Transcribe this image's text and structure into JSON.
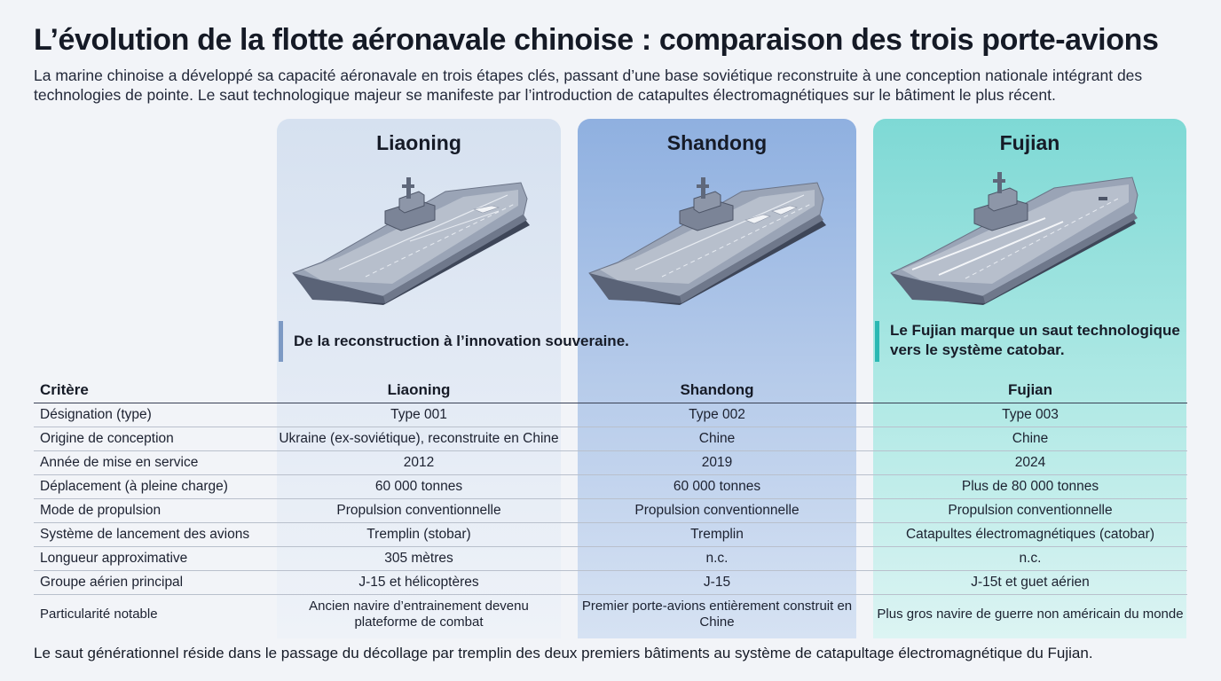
{
  "title": "L’évolution de la flotte aéronavale chinoise : comparaison des trois porte-avions",
  "intro": "La marine chinoise a développé sa capacité aéronavale en trois étapes clés, passant d’une base soviétique reconstruite à une conception nationale intégrant des technologies de pointe. Le saut technologique majeur se manifeste par l’introduction de catapultes électromagnétiques sur le bâtiment le plus récent.",
  "colors": {
    "liaoning": "#d6e1f0",
    "shandong": "#8fb0e0",
    "fujian": "#7ed9d5",
    "accent_liaoning": "#7d9ac4",
    "accent_fujian": "#2bb8b3"
  },
  "ships": [
    {
      "name": "Liaoning"
    },
    {
      "name": "Shandong"
    },
    {
      "name": "Fujian"
    }
  ],
  "callouts": {
    "liaoning": "De la reconstruction à l’innovation souveraine.",
    "fujian": "Le Fujian marque un saut technologique vers le système catobar."
  },
  "table": {
    "headers": [
      "Critère",
      "Liaoning",
      "Shandong",
      "Fujian"
    ],
    "rows": [
      [
        "Désignation (type)",
        "Type 001",
        "Type 002",
        "Type 003"
      ],
      [
        "Origine de conception",
        "Ukraine (ex-soviétique), reconstruite en Chine",
        "Chine",
        "Chine"
      ],
      [
        "Année de mise en service",
        "2012",
        "2019",
        "2024"
      ],
      [
        "Déplacement (à pleine charge)",
        "60 000 tonnes",
        "60 000 tonnes",
        "Plus de 80 000 tonnes"
      ],
      [
        "Mode de propulsion",
        "Propulsion conventionnelle",
        "Propulsion conventionnelle",
        "Propulsion conventionnelle"
      ],
      [
        "Système de lancement des avions",
        "Tremplin (stobar)",
        "Tremplin",
        "Catapultes électromagnétiques (catobar)"
      ],
      [
        "Longueur approximative",
        "305 mètres",
        "n.c.",
        "n.c."
      ],
      [
        "Groupe aérien principal",
        "J-15 et hélicoptères",
        "J-15",
        "J-15t et guet aérien"
      ],
      [
        "Particularité notable",
        "Ancien navire d’entrainement devenu plateforme de combat",
        "Premier porte-avions entièrement construit en Chine",
        "Plus gros navire de guerre non américain du monde"
      ]
    ]
  },
  "footer": "Le saut générationnel réside dans le passage du décollage par tremplin des deux premiers bâtiments au système de catapultage électromagnétique du Fujian."
}
